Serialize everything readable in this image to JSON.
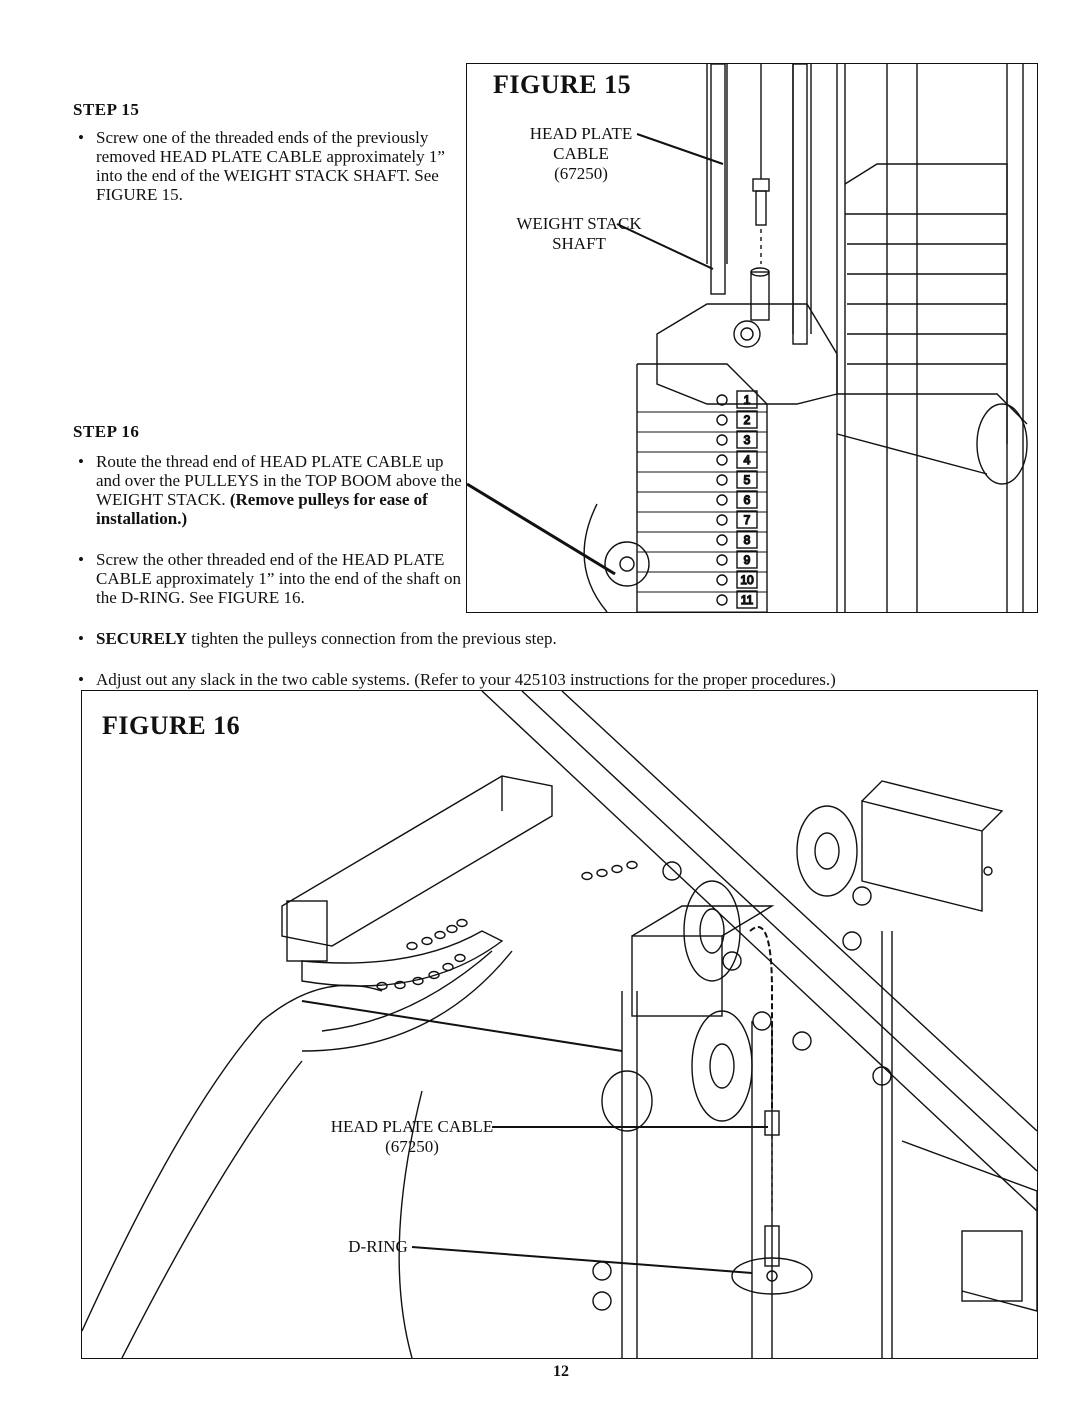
{
  "step15": {
    "title": "STEP 15",
    "bullet": "Screw one of the threaded ends of the previously removed HEAD PLATE CABLE approximately 1” into the end of the WEIGHT STACK SHAFT. See FIGURE 15."
  },
  "step16": {
    "title": "STEP 16",
    "bullet1_text": "Route the thread end of HEAD PLATE CABLE up and over the PULLEYS in the TOP BOOM above the WEIGHT STACK. ",
    "bullet1_bold": "(Remove pulleys for ease of installation.)",
    "bullet2": "Screw the other threaded end of the HEAD PLATE CABLE approximately 1” into the end of the shaft on the D-RING. See FIGURE 16.",
    "bullet3_bold": "SECURELY",
    "bullet3_text": " tighten the pulleys connection from the previous step.",
    "bullet4": "Adjust out any slack in the two cable systems. (Refer to your 425103 instructions for the proper procedures.)"
  },
  "figure15": {
    "title": "FIGURE 15",
    "label_cable_l1": "HEAD PLATE",
    "label_cable_l2": "CABLE",
    "label_cable_l3": "(67250)",
    "label_shaft_l1": "WEIGHT STACK",
    "label_shaft_l2": "SHAFT",
    "plate_numbers": [
      "1",
      "2",
      "3",
      "4",
      "5",
      "6",
      "7",
      "8",
      "9",
      "10",
      "11"
    ]
  },
  "figure16": {
    "title": "FIGURE 16",
    "label_cable": "HEAD PLATE CABLE",
    "label_part": "(67250)",
    "label_dring": "D-RING"
  },
  "page_number": "12"
}
